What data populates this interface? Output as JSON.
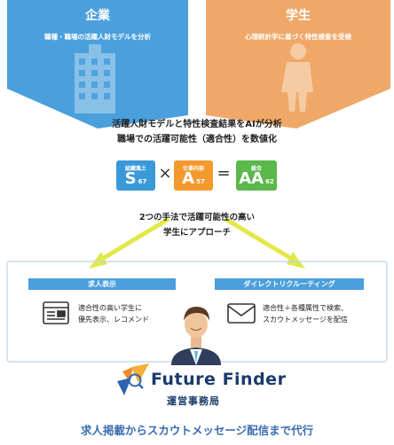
{
  "top": {
    "company": {
      "title": "企業",
      "subtitle": "職種・職場の活躍人財モデルを分析",
      "color": "#4a9fdc"
    },
    "student": {
      "title": "学生",
      "subtitle": "心理統計学に基づく特性検査を受検",
      "color": "#f0a868"
    }
  },
  "analysis": {
    "line1": "活躍人財モデルと特性検査結果をAIが分析",
    "line2": "職場での活躍可能性（適合性）を数値化"
  },
  "formula": {
    "s": {
      "caption": "組織風土",
      "letter": "S",
      "value": "67",
      "color": "#3a9ad9"
    },
    "times": "×",
    "a": {
      "caption": "仕事内容",
      "letter": "A",
      "value": "57",
      "color": "#f39a2e"
    },
    "equals": "=",
    "aa": {
      "caption": "総合",
      "letter": "AA",
      "value": "62",
      "color": "#5bb84a"
    }
  },
  "approach": {
    "line1": "2つの手法で活躍可能性の高い",
    "line2": "学生にアプローチ"
  },
  "methods": {
    "job": {
      "label": "求人表示",
      "desc1": "適合性の高い学生に",
      "desc2": "優先表示、レコメンド"
    },
    "scout": {
      "label": "ダイレクトリクルーティング",
      "desc1": "適合性＋各種属性で検索、",
      "desc2": "スカウトメッセージを配信"
    }
  },
  "logo": {
    "future": "Future",
    "finder": "Finder",
    "office": "運営事務局"
  },
  "footer": "求人掲載からスカウトメッセージ配信まで代行",
  "colors": {
    "blue": "#4a9fdc",
    "orange": "#f0a868",
    "arrow": "#e2e84a",
    "frame": "#bcd4ea",
    "navy": "#1a3a6b",
    "textblue": "#3b6db0"
  }
}
